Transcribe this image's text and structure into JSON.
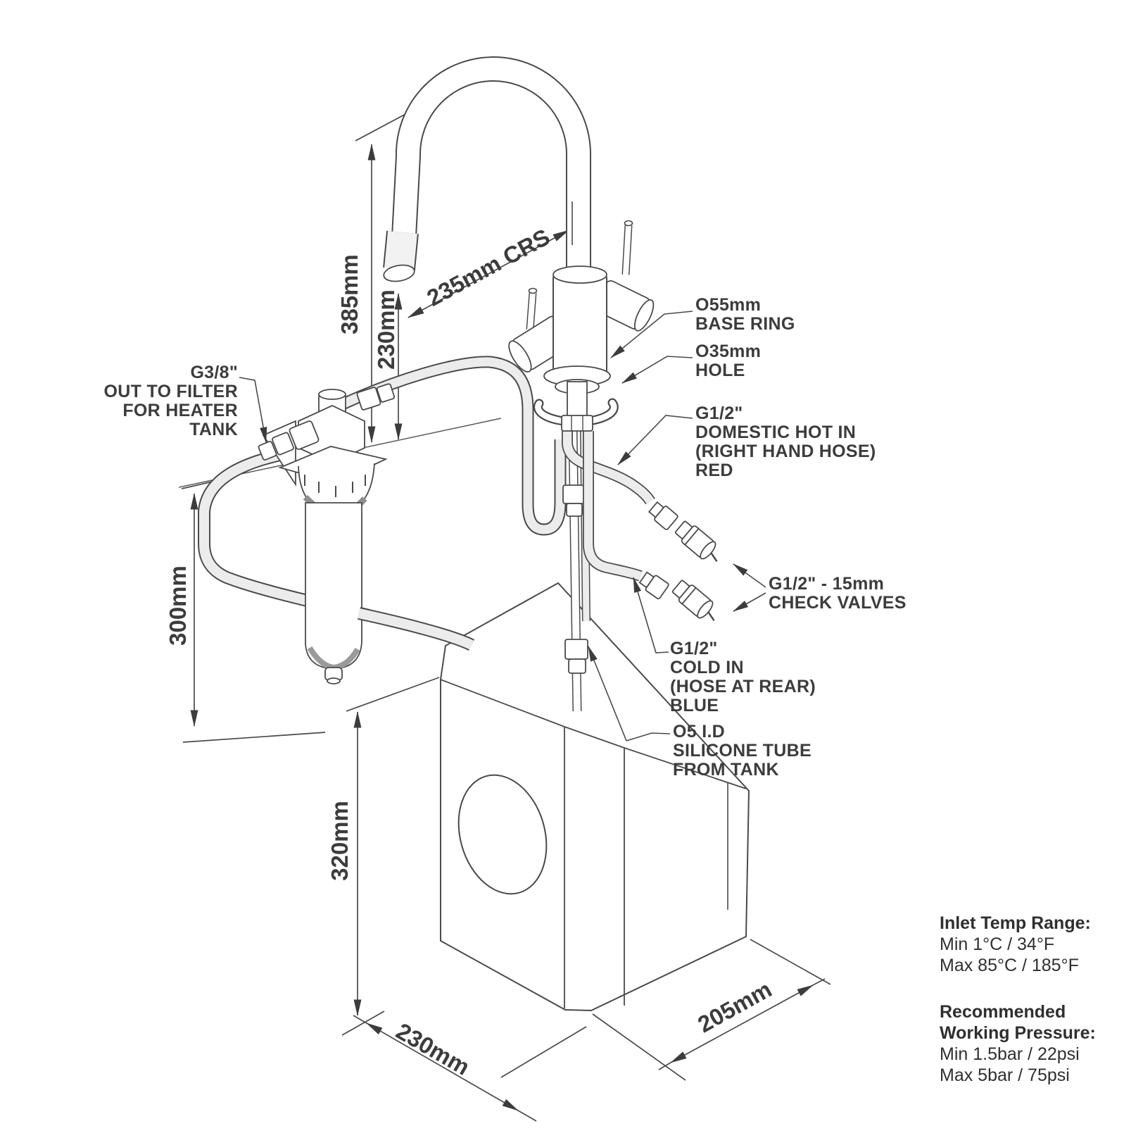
{
  "diagram": {
    "title": "Boiling water tap installation diagram",
    "colors": {
      "background": "#ffffff",
      "line": "#4a4a4a",
      "text": "#3c3c3c"
    },
    "dimensions": {
      "overall_height": "385mm",
      "spout_clearance": "230mm",
      "spout_reach": "235mm CRS",
      "filter_drop": "300mm",
      "tank_height": "320mm",
      "tank_width": "230mm",
      "tank_depth": "205mm"
    },
    "callouts": {
      "filter_out": "G3/8\"\nOUT TO FILTER\nFOR HEATER TANK",
      "base_ring": "O55mm\nBASE RING",
      "hole": "O35mm\nHOLE",
      "hot_in": "G1/2\"\nDOMESTIC HOT IN\n(RIGHT HAND HOSE)\nRED",
      "check_valves": "G1/2\" - 15mm\nCHECK VALVES",
      "cold_in": "G1/2\"\nCOLD IN\n(HOSE AT REAR)\nBLUE",
      "silicone_tube": "O5 I.D\nSILICONE TUBE\nFROM TANK"
    },
    "specs": {
      "inlet_title": "Inlet Temp Range:",
      "inlet_min": "Min 1°C / 34°F",
      "inlet_max": "Max 85°C / 185°F",
      "pressure_title": "Recommended\nWorking Pressure:",
      "pressure_min": "Min 1.5bar / 22psi",
      "pressure_max": "Max 5bar / 75psi"
    }
  }
}
